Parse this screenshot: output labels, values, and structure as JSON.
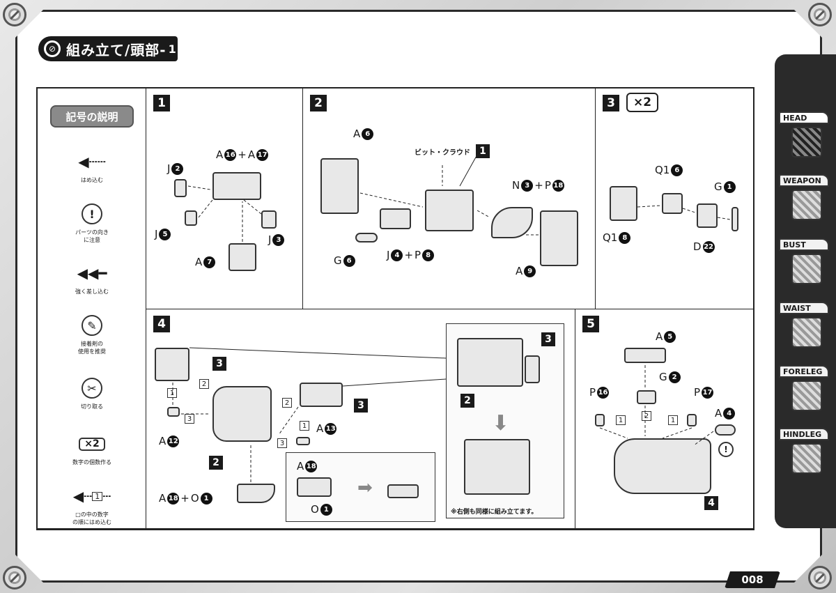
{
  "header": {
    "title": "組み立て/頭部-",
    "title_num": "1"
  },
  "legend": {
    "title": "記号の説明",
    "items": [
      {
        "icon": "arrow-push-icon",
        "text": "はめ込む"
      },
      {
        "icon": "exclamation-circle-icon",
        "text": "パーツの向き\nに注意"
      },
      {
        "icon": "double-arrow-icon",
        "text": "強く差し込む"
      },
      {
        "icon": "glue-icon",
        "text": "接着剤の\n使用を推奨"
      },
      {
        "icon": "cut-icon",
        "text": "切り取る"
      },
      {
        "icon": "x2-icon",
        "text": "数字の個数作る",
        "badge": "×2"
      },
      {
        "icon": "number-order-icon",
        "text": "□の中の数字\nの順にはめ込む",
        "badge": "1"
      }
    ]
  },
  "steps": {
    "s1": {
      "num": "1",
      "labels": {
        "a": "A",
        "a16": "16",
        "plus": "+",
        "a2": "A",
        "a17": "17",
        "j2": "J",
        "n2": "2",
        "j5": "J",
        "n5": "5",
        "j3": "J",
        "n3": "3",
        "a7": "A",
        "n7": "7"
      }
    },
    "s2": {
      "num": "2",
      "labels": {
        "a6": "A",
        "n6": "6",
        "bit": "ビット・クラウド",
        "bitref": "1",
        "n3": "N",
        "nn3": "3",
        "plus": "+",
        "p18": "P",
        "np18": "18",
        "g6": "G",
        "ng6": "6",
        "j4": "J",
        "nj4": "4",
        "p8": "P",
        "np8": "8",
        "a9": "A",
        "na9": "9"
      }
    },
    "s3": {
      "num": "3",
      "times": "×2",
      "labels": {
        "q16": "Q1",
        "nq16": "6",
        "g1": "G",
        "ng1": "1",
        "q18": "Q1",
        "nq18": "8",
        "d22": "D",
        "nd22": "22"
      }
    },
    "s4": {
      "num": "4",
      "labels": {
        "ref3": "3",
        "ref3b": "3",
        "ref3c": "3",
        "ref2": "2",
        "ref2b": "2",
        "a12": "A",
        "na12": "12",
        "a13": "A",
        "na13": "13",
        "a18": "A",
        "na18": "18",
        "plus": "+",
        "o1": "O",
        "no1": "1",
        "ia18": "A",
        "ina18": "18",
        "io1": "O",
        "ino1": "1",
        "sq1": "1",
        "sq2": "2",
        "sq3": "3",
        "sq1b": "1",
        "sq2b": "2",
        "sq3b": "3",
        "note": "※右側も同様に組み立てます。"
      }
    },
    "s5": {
      "num": "5",
      "labels": {
        "a5": "A",
        "na5": "5",
        "g2": "G",
        "ng2": "2",
        "p16": "P",
        "np16": "16",
        "p17": "P",
        "np17": "17",
        "a4": "A",
        "na4": "4",
        "ref4": "4",
        "sq1": "1",
        "sq2": "2",
        "sq1b": "1"
      }
    }
  },
  "sidebar": {
    "tabs": [
      {
        "label": "HEAD",
        "active": true
      },
      {
        "label": "WEAPON",
        "active": false
      },
      {
        "label": "BUST",
        "active": false
      },
      {
        "label": "WAIST",
        "active": false
      },
      {
        "label": "FORELEG",
        "active": false
      },
      {
        "label": "HINDLEG",
        "active": false
      }
    ]
  },
  "page_number": "008"
}
